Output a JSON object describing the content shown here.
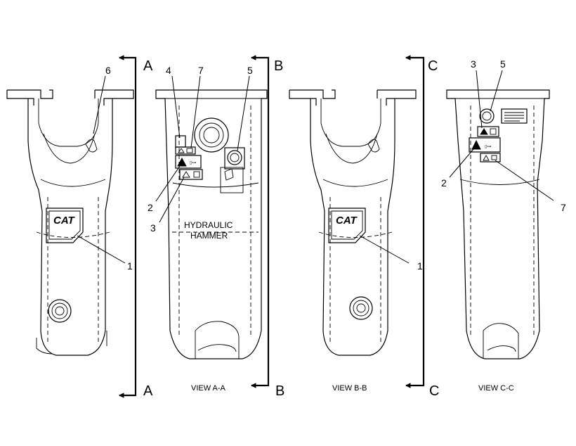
{
  "section_letters": {
    "a_top": "A",
    "a_bottom": "A",
    "b_top": "B",
    "b_bottom": "B",
    "c_top": "C",
    "c_bottom": "C"
  },
  "view_captions": {
    "a": "VIEW A-A",
    "b": "VIEW B-B",
    "c": "VIEW C-C"
  },
  "body_label": [
    "HYDRAULIC",
    "HAMMER"
  ],
  "logo_text": "CAT",
  "callouts": {
    "left_6": "6",
    "left_1": "1",
    "a_4": "4",
    "a_7": "7",
    "a_5": "5",
    "a_2": "2",
    "a_3": "3",
    "b_1": "1",
    "c_3": "3",
    "c_5": "5",
    "c_2": "2",
    "c_7": "7"
  }
}
